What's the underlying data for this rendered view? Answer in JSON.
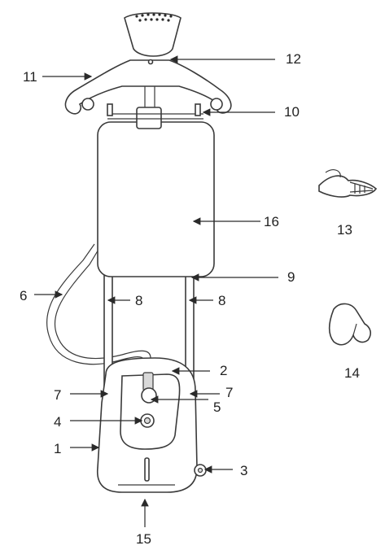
{
  "colors": {
    "line": "#3a3a3a",
    "text": "#222222",
    "shade": "#d9d9d9"
  },
  "labels": {
    "l1": "1",
    "l2": "2",
    "l3": "3",
    "l4": "4",
    "l5": "5",
    "l6": "6",
    "l7a": "7",
    "l7b": "7",
    "l8a": "8",
    "l8b": "8",
    "l9": "9",
    "l10": "10",
    "l11": "11",
    "l12": "12",
    "l13": "13",
    "l14": "14",
    "l15": "15",
    "l16": "16"
  }
}
